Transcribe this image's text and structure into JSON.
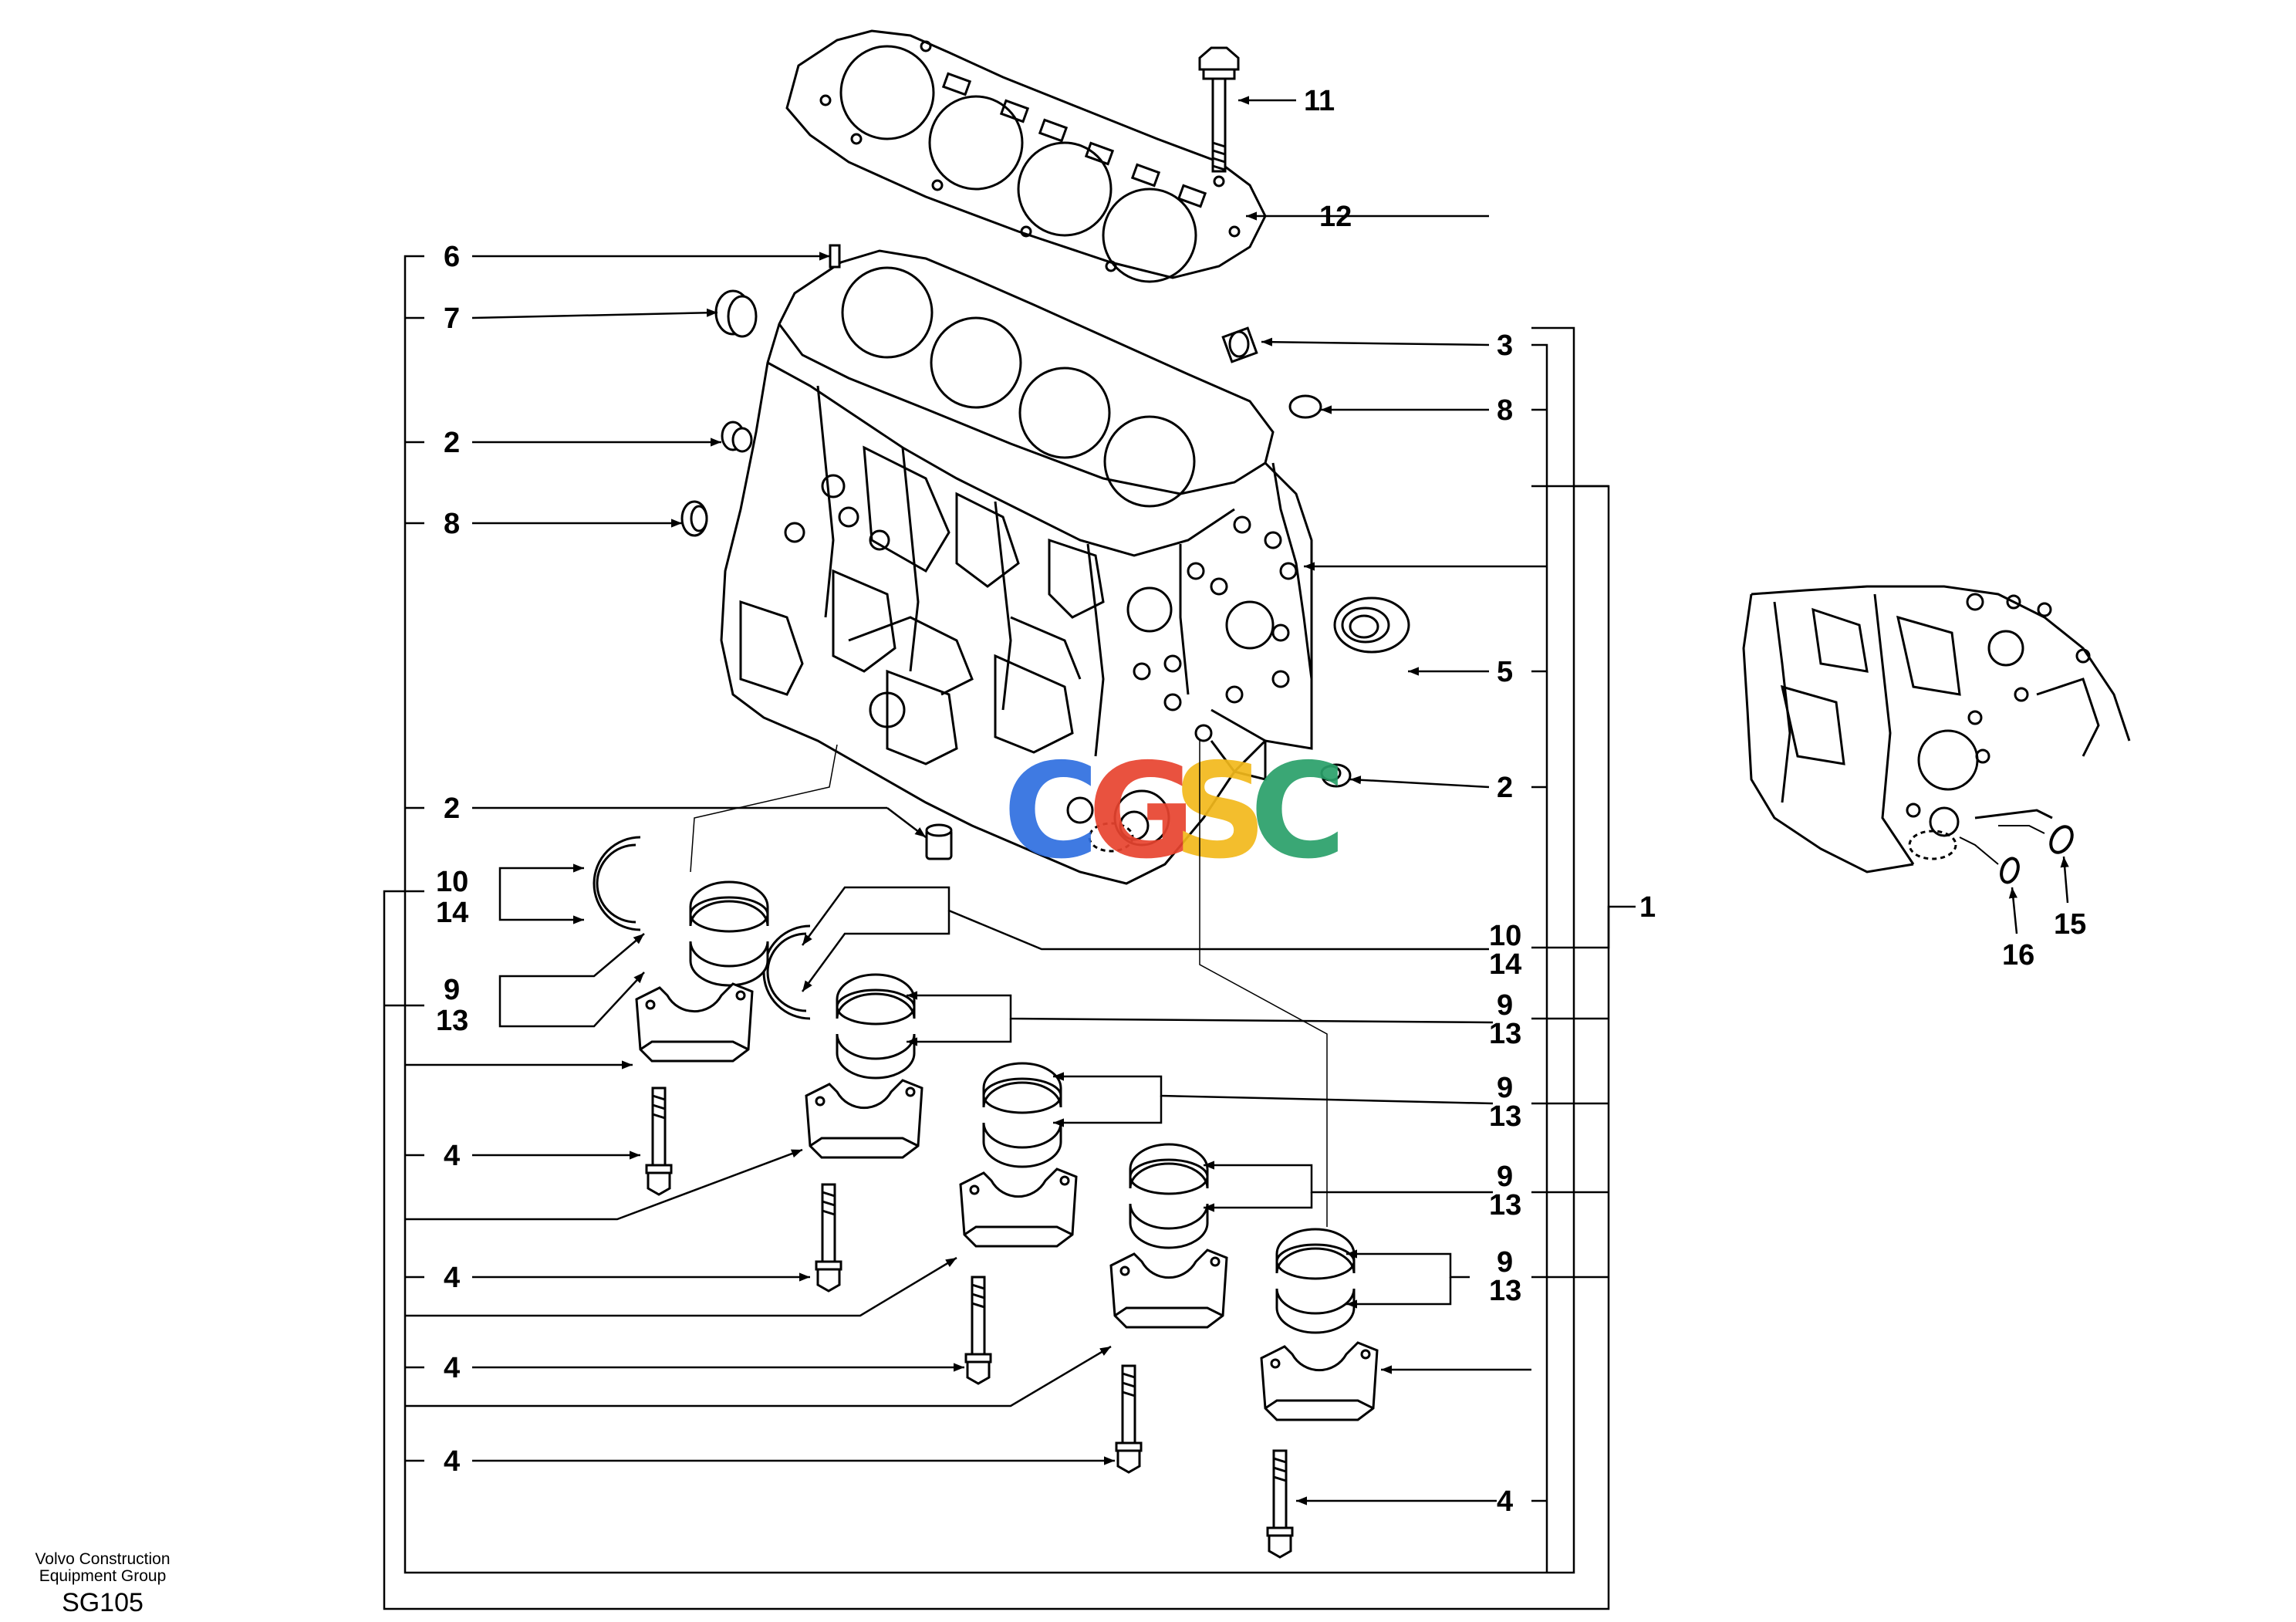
{
  "callouts": {
    "c1": "1",
    "c2a": "2",
    "c2b": "2",
    "c2c": "2",
    "c3": "3",
    "c4a": "4",
    "c4b": "4",
    "c4c": "4",
    "c4d": "4",
    "c4e": "4",
    "c5": "5",
    "c6": "6",
    "c7": "7",
    "c8a": "8",
    "c8b": "8",
    "c9a": "9",
    "c13a": "13",
    "c9b": "9",
    "c13b": "13",
    "c9c": "9",
    "c13c": "13",
    "c9d": "9",
    "c13d": "13",
    "c9e": "9",
    "c13e": "13",
    "c10a": "10",
    "c14a": "14",
    "c10b": "10",
    "c14b": "14",
    "c11": "11",
    "c12": "12",
    "c15": "15",
    "c16": "16"
  },
  "watermark": {
    "letters": [
      "C",
      "G",
      "S",
      "C"
    ],
    "colors": [
      "#2f6fe0",
      "#e8442f",
      "#f2b91c",
      "#2aa06a"
    ]
  },
  "footer": {
    "company": "Volvo Construction Equipment Group",
    "code": "SG105"
  }
}
